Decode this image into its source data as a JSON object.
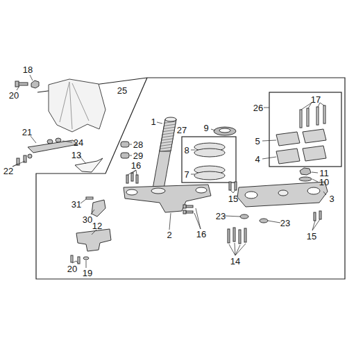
{
  "diagram": {
    "labels": [
      "18",
      "20",
      "25",
      "27",
      "1",
      "9",
      "26",
      "17",
      "28",
      "29",
      "21",
      "24",
      "13",
      "22",
      "8",
      "5",
      "4",
      "11",
      "10",
      "7",
      "16",
      "15",
      "3",
      "31",
      "30",
      "2",
      "16",
      "23",
      "23",
      "15",
      "12",
      "14",
      "20",
      "19"
    ]
  }
}
